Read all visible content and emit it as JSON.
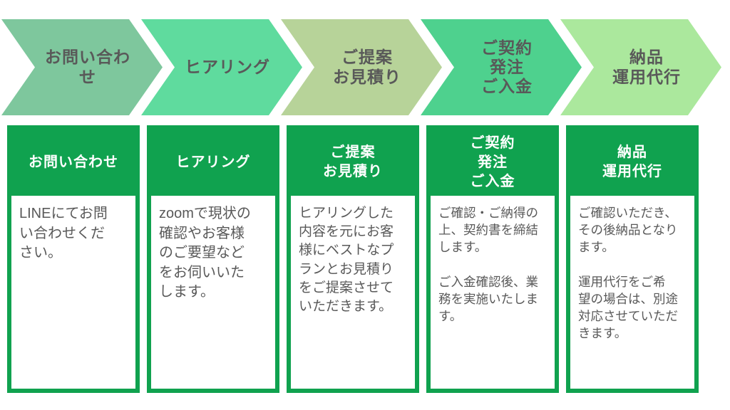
{
  "colors": {
    "card_green": "#10A24F",
    "header_text": "#FFFFFF",
    "body_text": "#595959",
    "chevron_text": "#595959",
    "background": "#FFFFFF"
  },
  "steps": [
    {
      "chevron_label": "お問い合わせ",
      "chevron_color": "#7EC79D",
      "card_title": "お問い合わせ",
      "card_body": "LINEにてお問\nい合わせくだ\nさい。"
    },
    {
      "chevron_label": "ヒアリング",
      "chevron_color": "#5FDB9E",
      "card_title": "ヒアリング",
      "card_body": "zoomで現状の\n確認やお客様\nのご要望など\nをお伺いいた\nします。"
    },
    {
      "chevron_label": "ご提案\nお見積り",
      "chevron_color": "#B7D399",
      "card_title": "ご提案\nお見積り",
      "card_body": "ヒアリングした\n内容を元にお客\n様にベストなプ\nランとお見積り\nをご提案させて\nいただきます。"
    },
    {
      "chevron_label": "ご契約\n発注\nご入金",
      "chevron_color": "#4ED18E",
      "card_title": "ご契約\n発注\nご入金",
      "card_body": "ご確認・ご納得の\n上、契約書を締結\nします。\n\nご入金確認後、業\n務を実施いたしま\nす。"
    },
    {
      "chevron_label": "納品\n運用代行",
      "chevron_color": "#ABE89D",
      "card_title": "納品\n運用代行",
      "card_body": "ご確認いただき、\nその後納品となり\nます。\n\n運用代行をご希\n望の場合は、別途\n対応させていただ\nきます。"
    }
  ]
}
